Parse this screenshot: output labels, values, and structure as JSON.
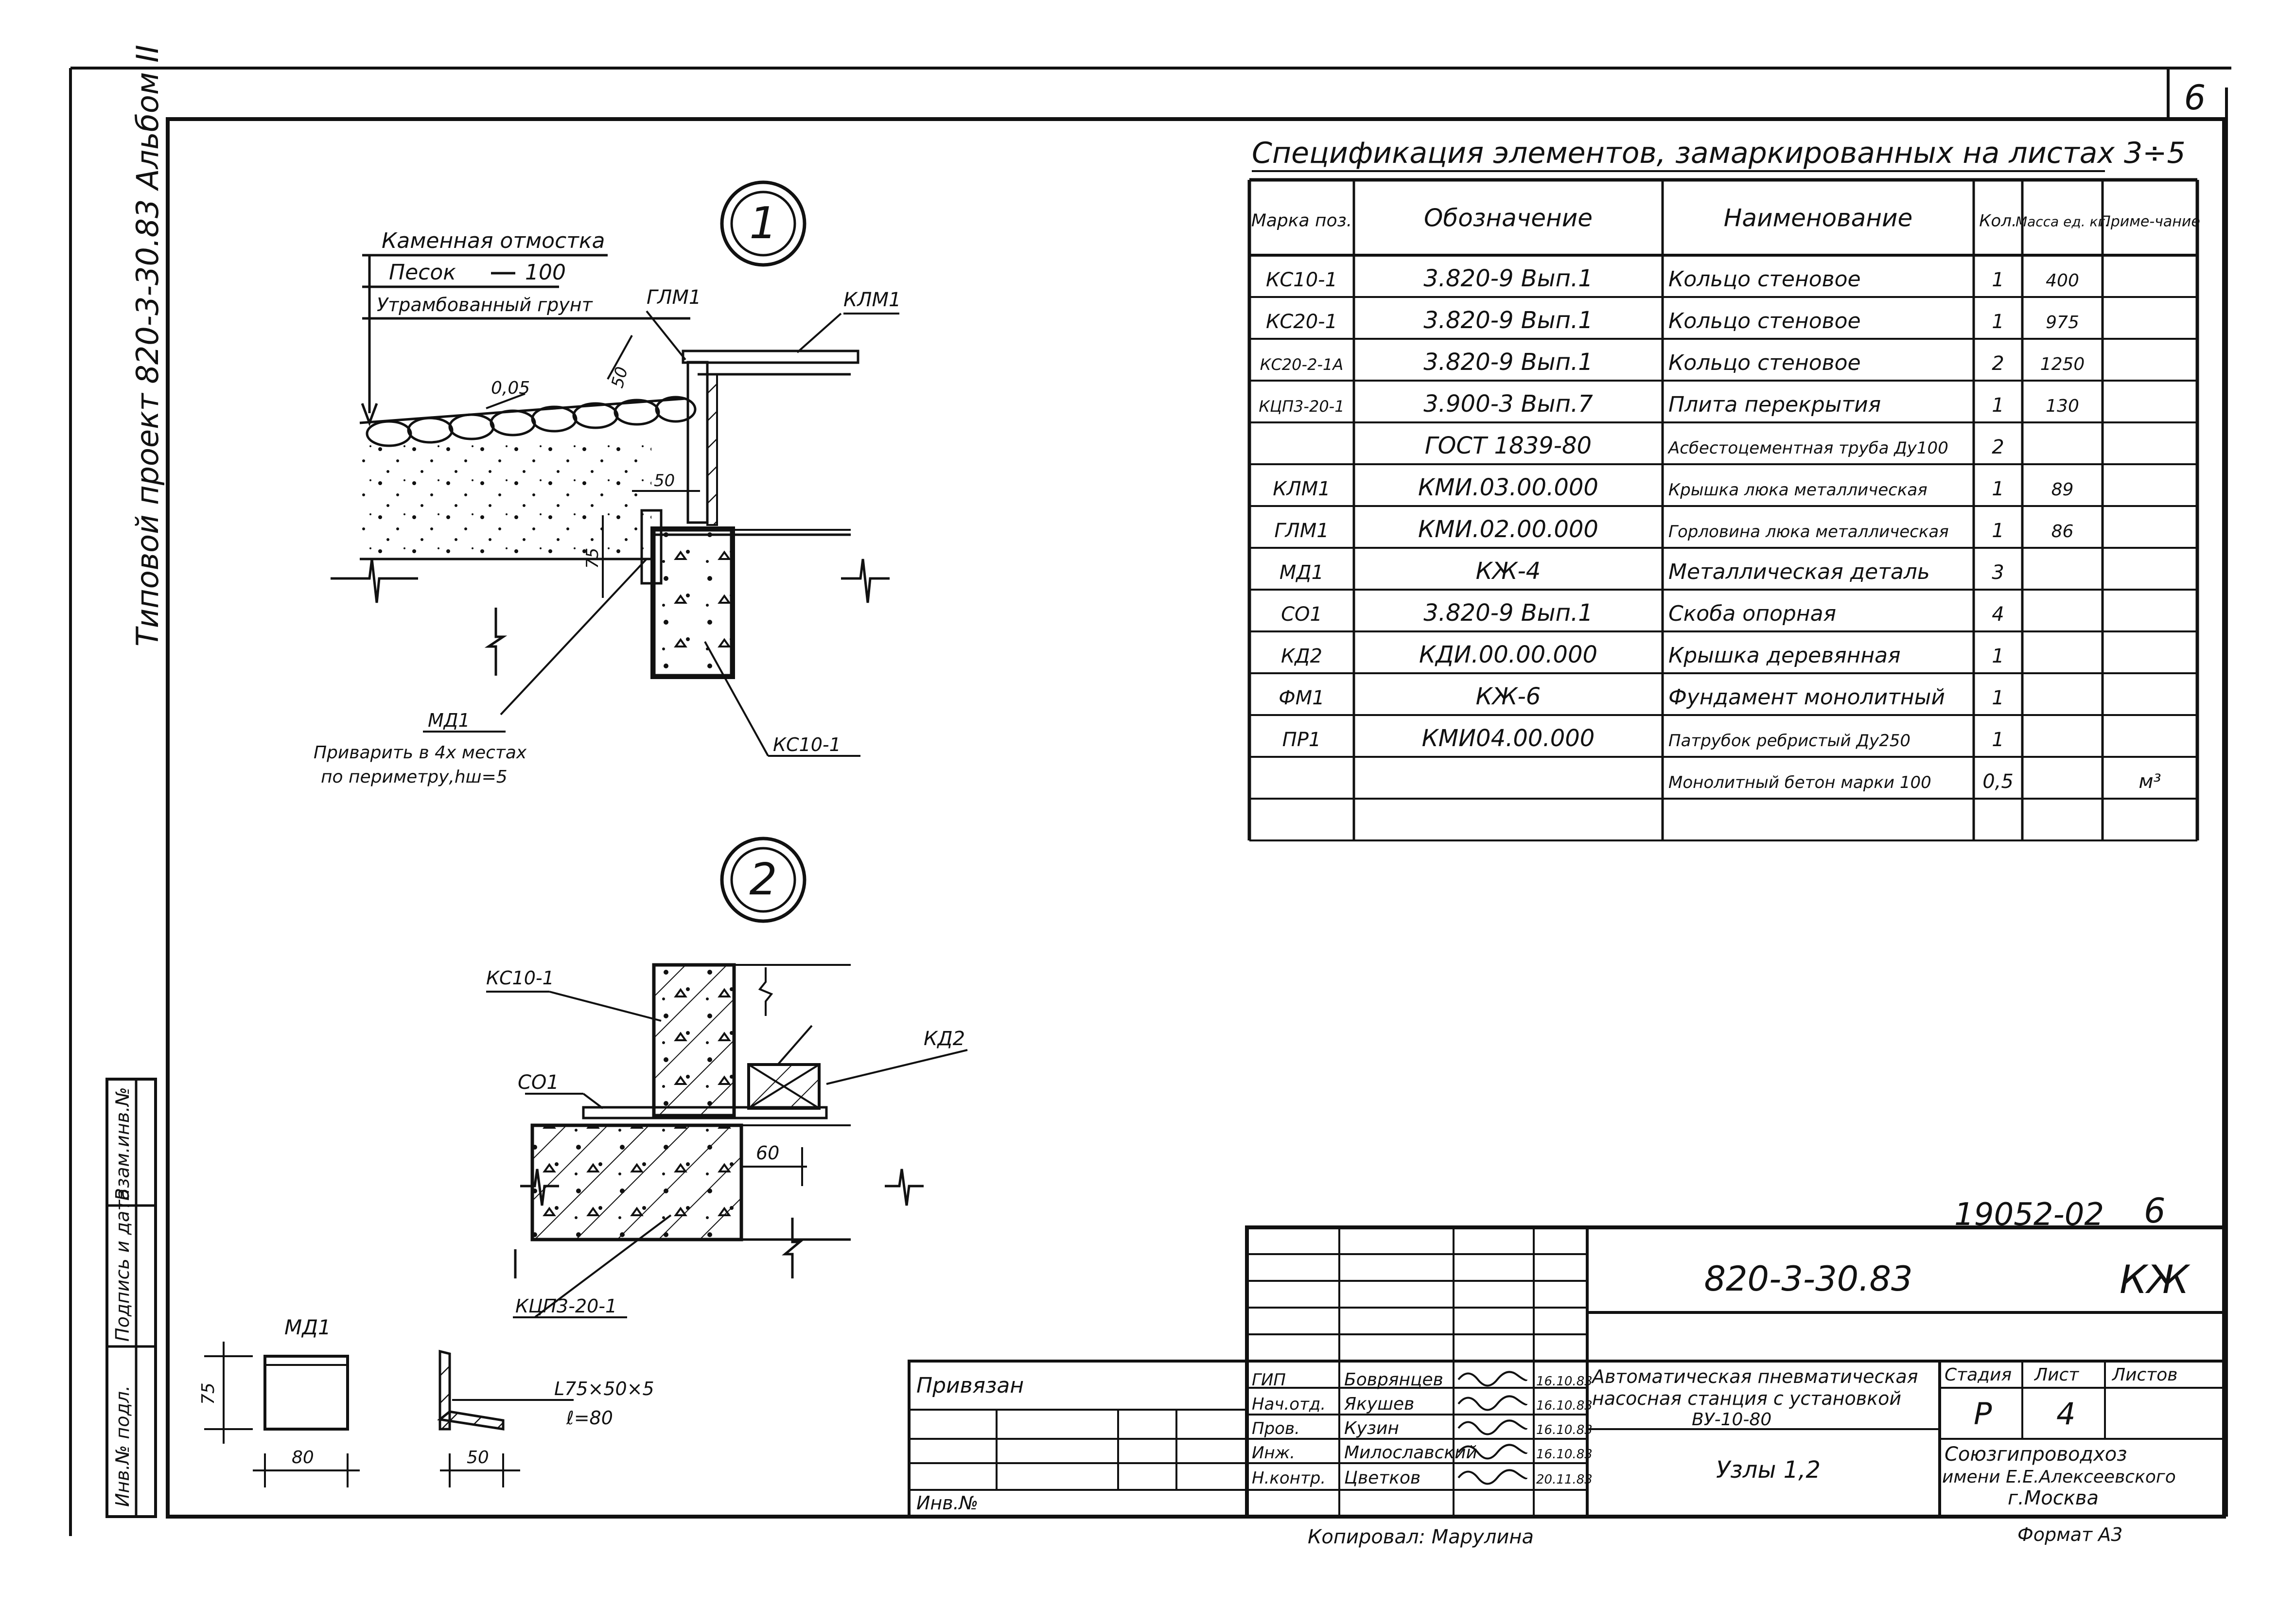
{
  "sheet": {
    "corner_number": "6",
    "side_title": "Типовой проект 820-3-30.83  Альбом II",
    "side_stamp": [
      "Инв.№ подл.",
      "Подпись и дата",
      "Взам.инв.№"
    ]
  },
  "detail1": {
    "marker": "1",
    "labels": {
      "paving": "Каменная отмостка",
      "sand": "Песок",
      "sand_thk": "100",
      "soil": "Утрамбованный грунт",
      "glm": "ГЛМ1",
      "klm": "КЛМ1",
      "slope": "0,05",
      "dim_50a": "50",
      "dim_50b": "50",
      "dim_75": "75",
      "md1": "МД1",
      "weld_note_1": "Приварить в 4х местах",
      "weld_note_2": "по периметру,hш=5",
      "ks": "КС10-1"
    }
  },
  "detail2": {
    "marker": "2",
    "labels": {
      "ks": "КС10-1",
      "co": "СО1",
      "kd": "КД2",
      "dim_60": "60",
      "kcp": "КЦП3-20-1"
    }
  },
  "md1_detail": {
    "title": "МД1",
    "dim_75": "75",
    "dim_80": "80",
    "dim_50": "50",
    "profile": "L75×50×5",
    "length": "ℓ=80"
  },
  "spec": {
    "title": "Спецификация элементов, замаркированных на листах 3÷5",
    "headers": [
      "Марка поз.",
      "Обозначение",
      "Наименование",
      "Кол.",
      "Масса ед. кг.",
      "Приме-чание"
    ],
    "rows": [
      [
        "КС10-1",
        "3.820-9 Вып.1",
        "Кольцо стеновое",
        "1",
        "400",
        ""
      ],
      [
        "КС20-1",
        "3.820-9 Вып.1",
        "Кольцо стеновое",
        "1",
        "975",
        ""
      ],
      [
        "КС20-2-1А",
        "3.820-9 Вып.1",
        "Кольцо стеновое",
        "2",
        "1250",
        ""
      ],
      [
        "КЦП3-20-1",
        "3.900-3 Вып.7",
        "Плита перекрытия",
        "1",
        "130",
        ""
      ],
      [
        "",
        "ГОСТ 1839-80",
        "Асбестоцементная труба Ду100",
        "2",
        "",
        ""
      ],
      [
        "КЛМ1",
        "КМИ.03.00.000",
        "Крышка люка металлическая",
        "1",
        "89",
        ""
      ],
      [
        "ГЛМ1",
        "КМИ.02.00.000",
        "Горловина люка металлическая",
        "1",
        "86",
        ""
      ],
      [
        "МД1",
        "КЖ-4",
        "Металлическая деталь",
        "3",
        "",
        ""
      ],
      [
        "СО1",
        "3.820-9 Вып.1",
        "Скоба опорная",
        "4",
        "",
        ""
      ],
      [
        "КД2",
        "КДИ.00.00.000",
        "Крышка деревянная",
        "1",
        "",
        ""
      ],
      [
        "ФМ1",
        "КЖ-6",
        "Фундамент монолитный",
        "1",
        "",
        ""
      ],
      [
        "ПР1",
        "КМИ04.00.000",
        "Патрубок ребристый Ду250",
        "1",
        "",
        ""
      ],
      [
        "",
        "",
        "Монолитный бетон марки 100",
        "0,5",
        "",
        "м³"
      ]
    ]
  },
  "title_block": {
    "copy_id": "19052-02",
    "copy_sheet": "6",
    "doc_code": "820-3-30.83",
    "mark": "КЖ",
    "bound": "Привязан",
    "inv": "Инв.№",
    "roles": [
      {
        "role": "ГИП",
        "name": "Боврянцев",
        "date": "16.10.83"
      },
      {
        "role": "Нач.отд.",
        "name": "Якушев",
        "date": "16.10.83"
      },
      {
        "role": "Пров.",
        "name": "Кузин",
        "date": "16.10.83"
      },
      {
        "role": "Инж.",
        "name": "Милославский",
        "date": "16.10.83"
      },
      {
        "role": "Н.контр.",
        "name": "Цветков",
        "date": "20.11.83"
      }
    ],
    "project_1": "Автоматическая пневматическая",
    "project_2": "насосная станция с установкой",
    "project_3": "ВУ-10-80",
    "drawing_title": "Узлы 1,2",
    "stage_label": "Стадия",
    "sheet_label": "Лист",
    "sheets_label": "Листов",
    "stage": "Р",
    "sheet": "4",
    "org_1": "Союзгипроводхоз",
    "org_2": "имени Е.Е.Алексеевского",
    "org_3": "г.Москва",
    "copied": "Копировал: Марулина",
    "format": "Формат А3"
  }
}
